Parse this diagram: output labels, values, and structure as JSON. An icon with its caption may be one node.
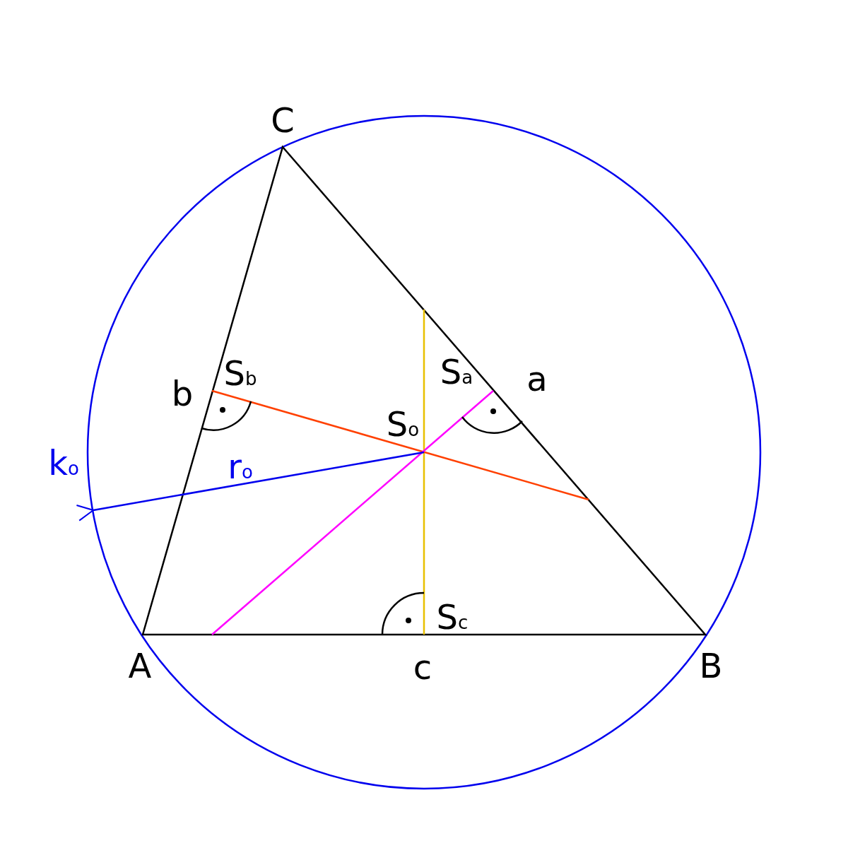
{
  "diagram": {
    "labels": [
      "C",
      "S$_{b}$",
      "b",
      "S$_{a}$",
      "a",
      "S$_{o}$",
      "k$_{o}$",
      "r$_{o}$",
      "S$_{c}$",
      "A",
      "c",
      "B"
    ]
  }
}
